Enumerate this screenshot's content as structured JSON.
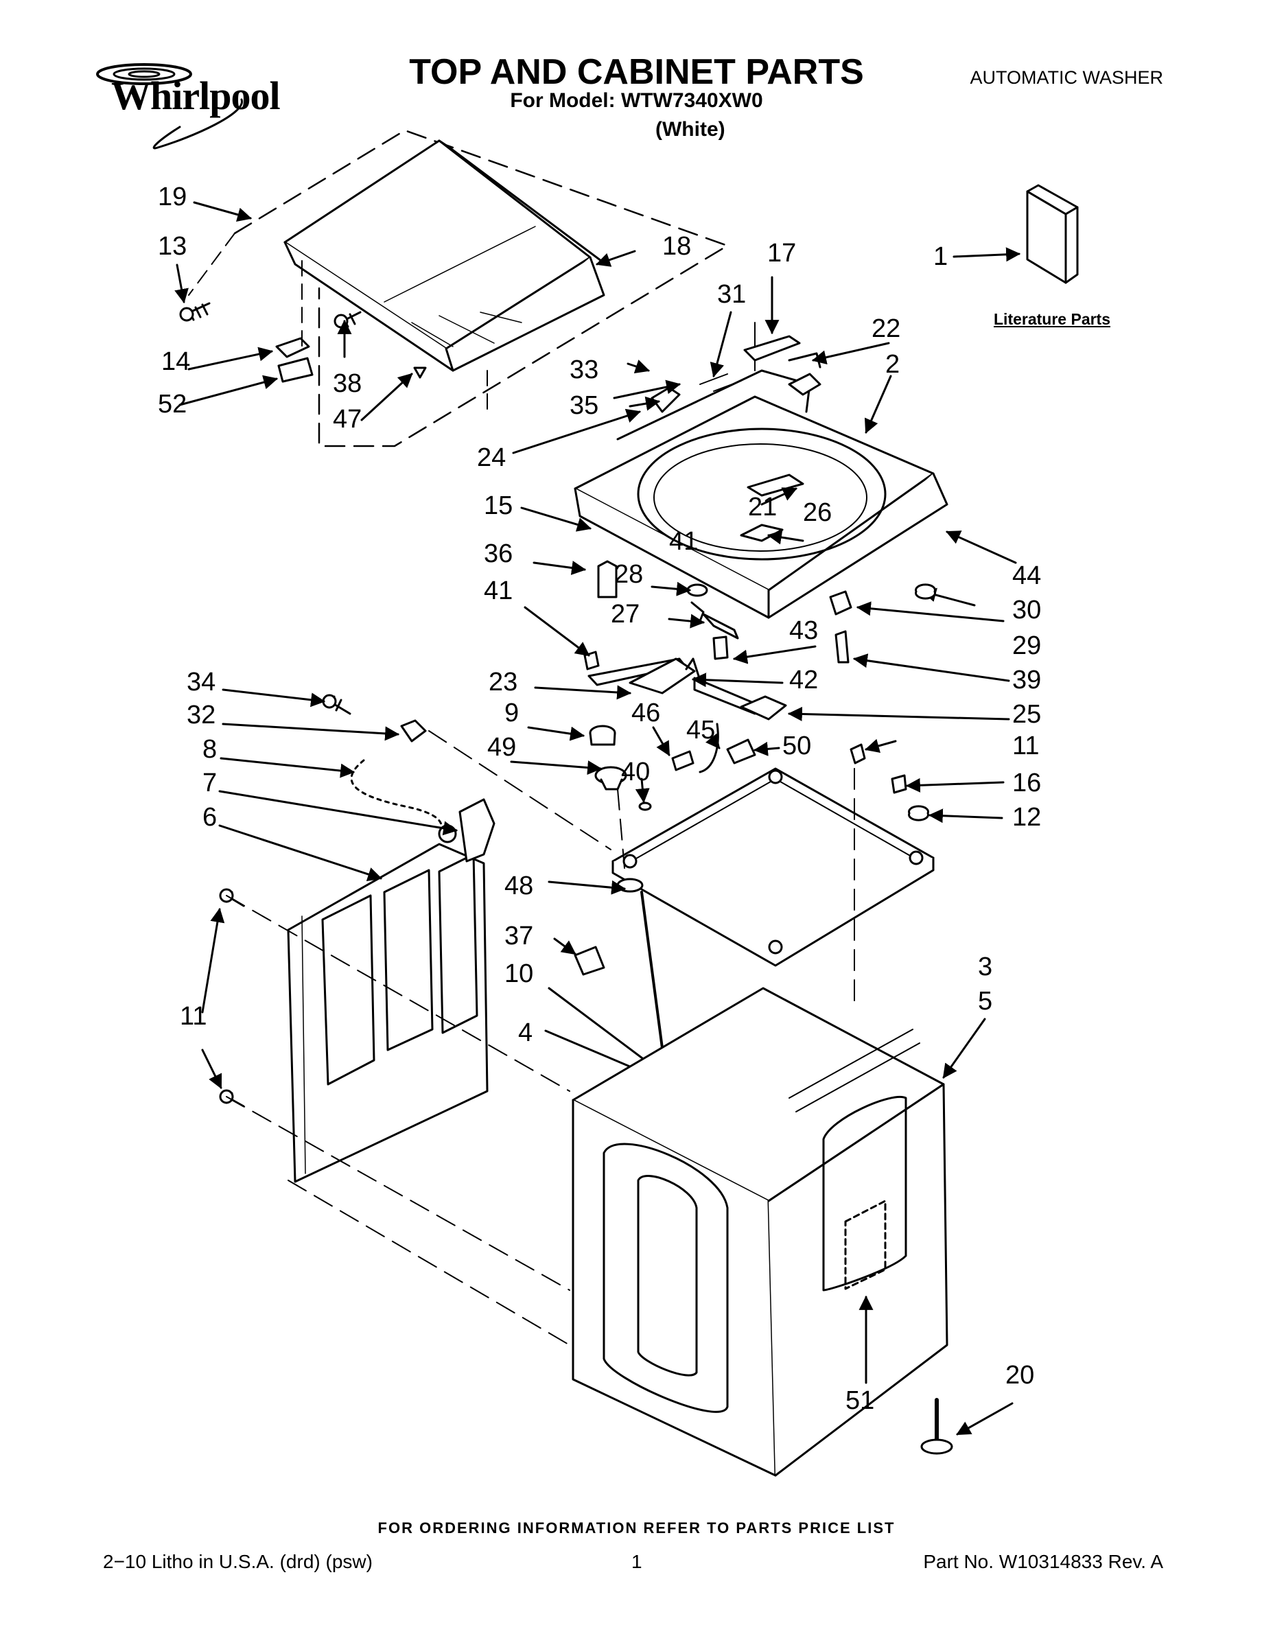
{
  "header": {
    "brand": "Whirlpool",
    "title": "TOP AND CABINET PARTS",
    "model_line": "For Model: WTW7340XW0",
    "color": "(White)",
    "document_type": "AUTOMATIC WASHER"
  },
  "literature_label": "Literature Parts",
  "callouts": [
    "1",
    "2",
    "3",
    "4",
    "5",
    "6",
    "7",
    "8",
    "9",
    "10",
    "11",
    "11",
    "11",
    "12",
    "13",
    "14",
    "15",
    "16",
    "17",
    "18",
    "19",
    "20",
    "21",
    "22",
    "23",
    "24",
    "25",
    "26",
    "27",
    "28",
    "29",
    "30",
    "31",
    "32",
    "33",
    "34",
    "35",
    "36",
    "37",
    "38",
    "39",
    "40",
    "41",
    "41",
    "42",
    "43",
    "44",
    "45",
    "46",
    "47",
    "48",
    "49",
    "50",
    "51",
    "52"
  ],
  "footer": {
    "note": "FOR ORDERING INFORMATION REFER TO PARTS PRICE LIST",
    "left": "2−10 Litho in U.S.A. (drd) (psw)",
    "page": "1",
    "right": "Part No. W10314833 Rev. A"
  }
}
